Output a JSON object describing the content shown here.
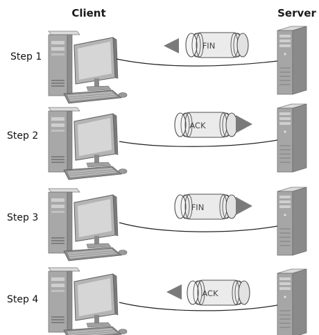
{
  "headers": {
    "client": "Client",
    "server": "Server"
  },
  "steps": [
    {
      "label": "Step 1",
      "message": "FIN",
      "direction": "to-client"
    },
    {
      "label": "Step 2",
      "message": "ACK",
      "direction": "to-server"
    },
    {
      "label": "Step 3",
      "message": "FIN",
      "direction": "to-server"
    },
    {
      "label": "Step 4",
      "message": "ACK",
      "direction": "to-client"
    }
  ],
  "icons": {
    "client": "desktop-computer-icon",
    "server": "tower-server-icon",
    "message": "message-capsule-icon",
    "arrow": "direction-triangle-icon"
  },
  "colors": {
    "text": "#111111",
    "device_gray": "#9e9e9e",
    "device_dark": "#6d6d6d",
    "capsule": "#e9e9e9",
    "arrow": "#7a7a7a",
    "line": "#222222"
  }
}
